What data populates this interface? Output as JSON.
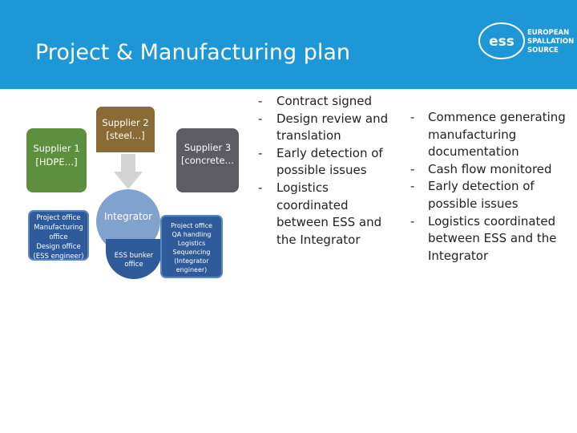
{
  "slide": {
    "title": "Project & Manufacturing plan"
  },
  "logo": {
    "lines": [
      "EUROPEAN",
      "SPALLATION",
      "SOURCE"
    ],
    "mark_text": "ess"
  },
  "diagram": {
    "supplier1": {
      "line1": "Supplier 1",
      "line2": "[HDPE…]"
    },
    "supplier2": {
      "line1": "Supplier 2",
      "line2": "[steel…]"
    },
    "supplier3": {
      "line1": "Supplier 3",
      "line2": "[concrete…"
    },
    "project_office_left": {
      "lines": [
        "Project office",
        "Manufacturing",
        "office",
        "Design office",
        "(ESS engineer)"
      ]
    },
    "integrator": {
      "label": "Integrator"
    },
    "bunker_office": {
      "lines": [
        "ESS bunker",
        "office"
      ]
    },
    "project_office_right": {
      "lines": [
        "Project office",
        "QA handling",
        "Logistics",
        "Sequencing",
        "(Integrator",
        "engineer)"
      ]
    }
  },
  "left_list": {
    "dash": "-",
    "items": [
      "Contract signed",
      "Design review and translation",
      "Early detection of possible issues",
      "Logistics coordinated between ESS and the Integrator"
    ]
  },
  "right_list": {
    "dash": "-",
    "items": [
      "Commence generating manufacturing documentation",
      "Cash flow monitored",
      "Early detection of possible issues",
      "Logistics coordinated between ESS and the Integrator"
    ]
  },
  "colors": {
    "header": "#1d97d5",
    "supplier1": "#5d8f3e",
    "supplier2": "#8a6a35",
    "supplier3": "#5c5c62",
    "office": "#2f5b9a",
    "integrator": "#7fa3cc"
  }
}
